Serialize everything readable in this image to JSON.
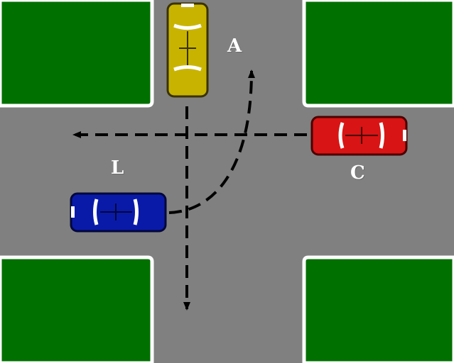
{
  "labels": {
    "car_a": "A",
    "car_l": "L",
    "car_c": "C"
  },
  "colors": {
    "grass": "#007000",
    "road": "#808080",
    "curb": "#ffffff",
    "path": "#000000",
    "car_a": "#c8b400",
    "car_l": "#0a1aa8",
    "car_c": "#d81414"
  },
  "icons": {
    "car_a": "car-top-view-icon",
    "car_l": "car-top-view-icon",
    "car_c": "car-top-view-icon"
  }
}
